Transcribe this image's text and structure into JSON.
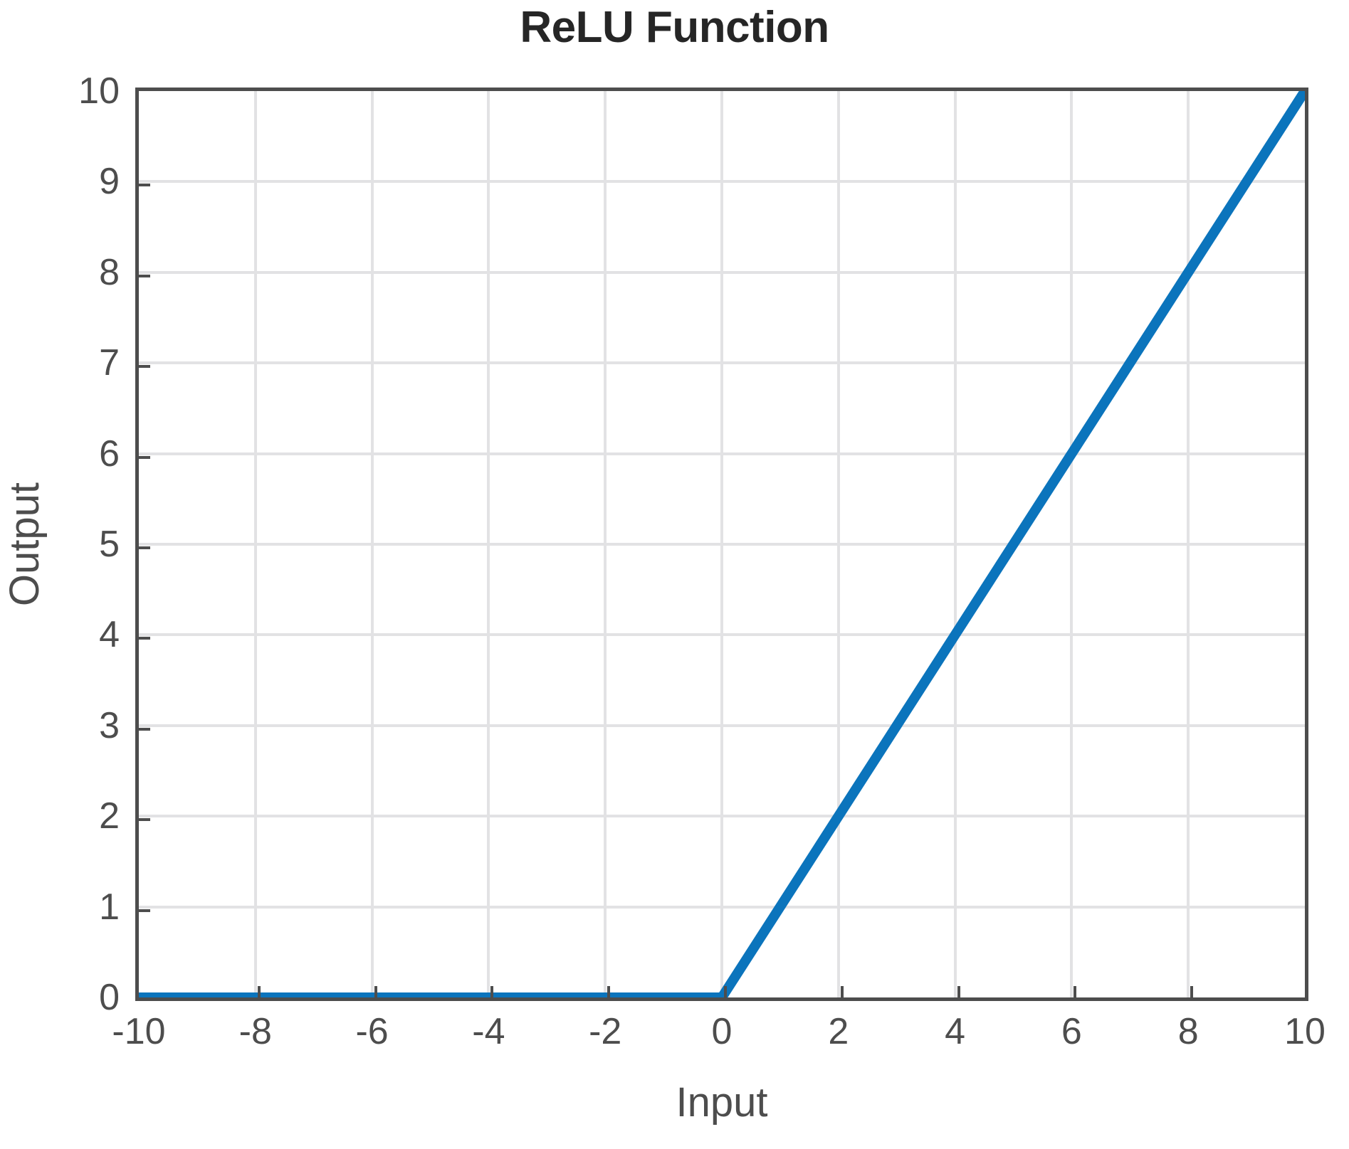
{
  "chart_data": {
    "type": "line",
    "title": "ReLU Function",
    "xlabel": "Input",
    "ylabel": "Output",
    "xlim": [
      -10,
      10
    ],
    "ylim": [
      0,
      10
    ],
    "xticks": [
      -10,
      -8,
      -6,
      -4,
      -2,
      0,
      2,
      4,
      6,
      8,
      10
    ],
    "xticklabels": [
      "-10",
      "-8",
      "-6",
      "-4",
      "-2",
      "0",
      "2",
      "4",
      "6",
      "8",
      "10"
    ],
    "yticks": [
      0,
      1,
      2,
      3,
      4,
      5,
      6,
      7,
      8,
      9,
      10
    ],
    "yticklabels": [
      "0",
      "1",
      "2",
      "3",
      "4",
      "5",
      "6",
      "7",
      "8",
      "9",
      "10"
    ],
    "grid": true,
    "legend": false,
    "series": [
      {
        "name": "ReLU",
        "color": "#0b74bc",
        "linewidth": 14,
        "x": [
          -10,
          -9,
          -8,
          -7,
          -6,
          -5,
          -4,
          -3,
          -2,
          -1,
          0,
          1,
          2,
          3,
          4,
          5,
          6,
          7,
          8,
          9,
          10
        ],
        "values": [
          0,
          0,
          0,
          0,
          0,
          0,
          0,
          0,
          0,
          0,
          0,
          1,
          2,
          3,
          4,
          5,
          6,
          7,
          8,
          9,
          10
        ]
      }
    ]
  },
  "style": {
    "background": "#ffffff",
    "axis_color": "#4d4d4d",
    "grid_color": "#e2e2e4",
    "title_color": "#262626",
    "tick_label_color": "#4d4d4d",
    "line_color": "#0b74bc"
  }
}
